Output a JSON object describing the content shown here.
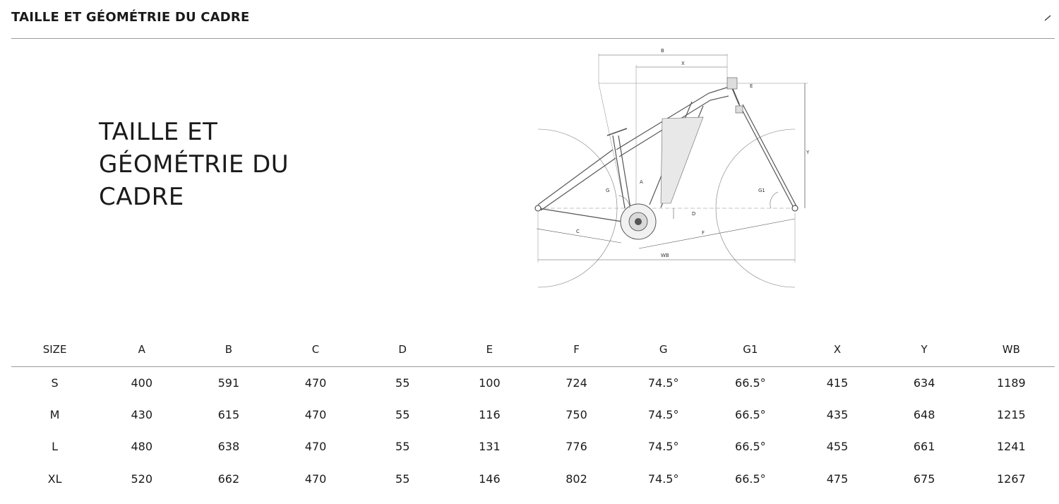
{
  "header": {
    "title": "TAILLE ET GÉOMÉTRIE DU CADRE",
    "toggle_icon": "collapse-icon"
  },
  "section": {
    "heading_lines": [
      "TAILLE ET",
      "GÉOMÉTRIE DU",
      "CADRE"
    ]
  },
  "diagram": {
    "labels": {
      "B": "B",
      "X": "X",
      "E": "E",
      "Y": "Y",
      "A": "A",
      "G": "G",
      "G1": "G1",
      "D": "D",
      "C": "C",
      "F": "F",
      "WB": "WB"
    }
  },
  "table": {
    "columns": [
      "SIZE",
      "A",
      "B",
      "C",
      "D",
      "E",
      "F",
      "G",
      "G1",
      "X",
      "Y",
      "WB"
    ],
    "rows": [
      [
        "S",
        "400",
        "591",
        "470",
        "55",
        "100",
        "724",
        "74.5°",
        "66.5°",
        "415",
        "634",
        "1189"
      ],
      [
        "M",
        "430",
        "615",
        "470",
        "55",
        "116",
        "750",
        "74.5°",
        "66.5°",
        "435",
        "648",
        "1215"
      ],
      [
        "L",
        "480",
        "638",
        "470",
        "55",
        "131",
        "776",
        "74.5°",
        "66.5°",
        "455",
        "661",
        "1241"
      ],
      [
        "XL",
        "520",
        "662",
        "470",
        "55",
        "146",
        "802",
        "74.5°",
        "66.5°",
        "475",
        "675",
        "1267"
      ]
    ]
  }
}
